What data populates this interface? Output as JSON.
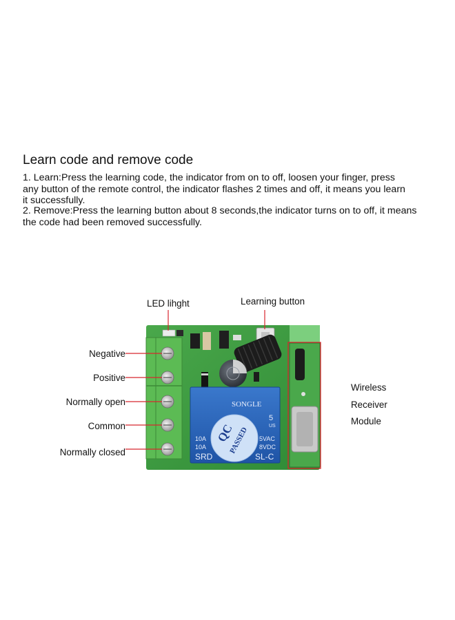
{
  "title": "Learn code and remove code",
  "instructions": {
    "learn_line1": "1. Learn:Press the learning code, the indicator from on to off, loosen your finger, press",
    "learn_line2": "any button of the remote control, the indicator flashes 2 times and off, it means you learn",
    "learn_line3": "it successfully.",
    "remove_line1": "2. Remove:Press the learning button about 8 seconds,the indicator turns on to off, it means",
    "remove_line2": "the code had been removed successfully."
  },
  "labels": {
    "led": "LED lihght",
    "learning_button": "Learning button",
    "negative": "Negative",
    "positive": "Positive",
    "normally_open": "Normally open",
    "common": "Common",
    "normally_closed": "Normally closed",
    "wireless": "Wireless",
    "receiver": "Receiver",
    "module": "Module"
  },
  "board_text": {
    "relay_brand": "SONGLE",
    "relay_model_left": "SRD",
    "relay_model_right": "SL-C",
    "relay_rating_1": "10A",
    "relay_rating_2": "10A",
    "relay_voltage_1": "5VAC",
    "relay_voltage_2": "8VDC",
    "relay_cert": "5",
    "relay_cert_sub": "US",
    "qc_sticker_top": "QC",
    "qc_sticker_bottom": "PASSED"
  },
  "colors": {
    "pcb": "#3d9a3f",
    "terminal": "#5cbb54",
    "relay": "#2a63b9",
    "callout_line": "#d8262d",
    "qc_sticker": "#cfe1f7"
  }
}
